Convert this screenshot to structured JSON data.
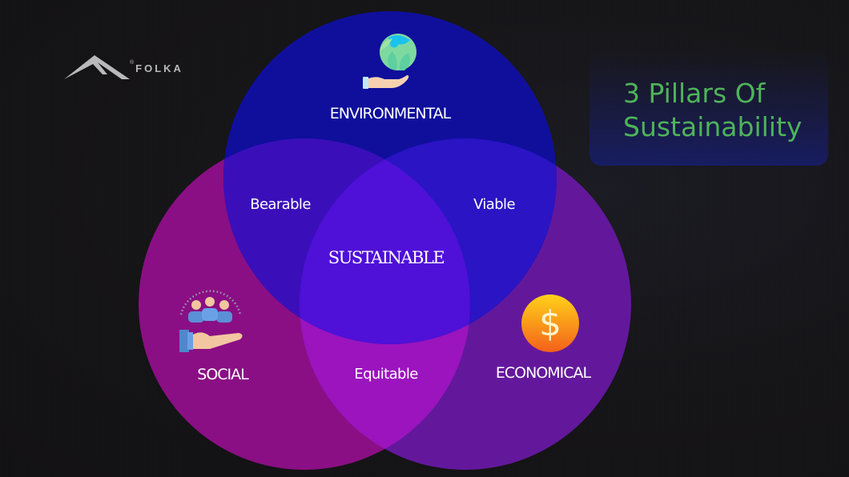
{
  "brand": {
    "name": "FOLKA",
    "registered_mark": "®",
    "logo_icon": "mountain-peak-icon"
  },
  "title": {
    "line1": "3 Pillars Of",
    "line2": "Sustainability",
    "color": "#4fb35a"
  },
  "diagram": {
    "type": "venn",
    "circles": [
      {
        "id": "environmental",
        "label": "ENVIRONMENTAL",
        "icon": "earth-in-hand-icon",
        "color": "#0f0f9c"
      },
      {
        "id": "social",
        "label": "SOCIAL",
        "icon": "people-in-hand-icon",
        "color": "#8a0f84"
      },
      {
        "id": "economical",
        "label": "ECONOMICAL",
        "icon": "dollar-coin-icon",
        "color": "#63189c"
      }
    ],
    "overlaps": {
      "environmental_social": "Bearable",
      "environmental_economical": "Viable",
      "social_economical": "Equitable",
      "all": "SUSTAINABLE"
    }
  }
}
